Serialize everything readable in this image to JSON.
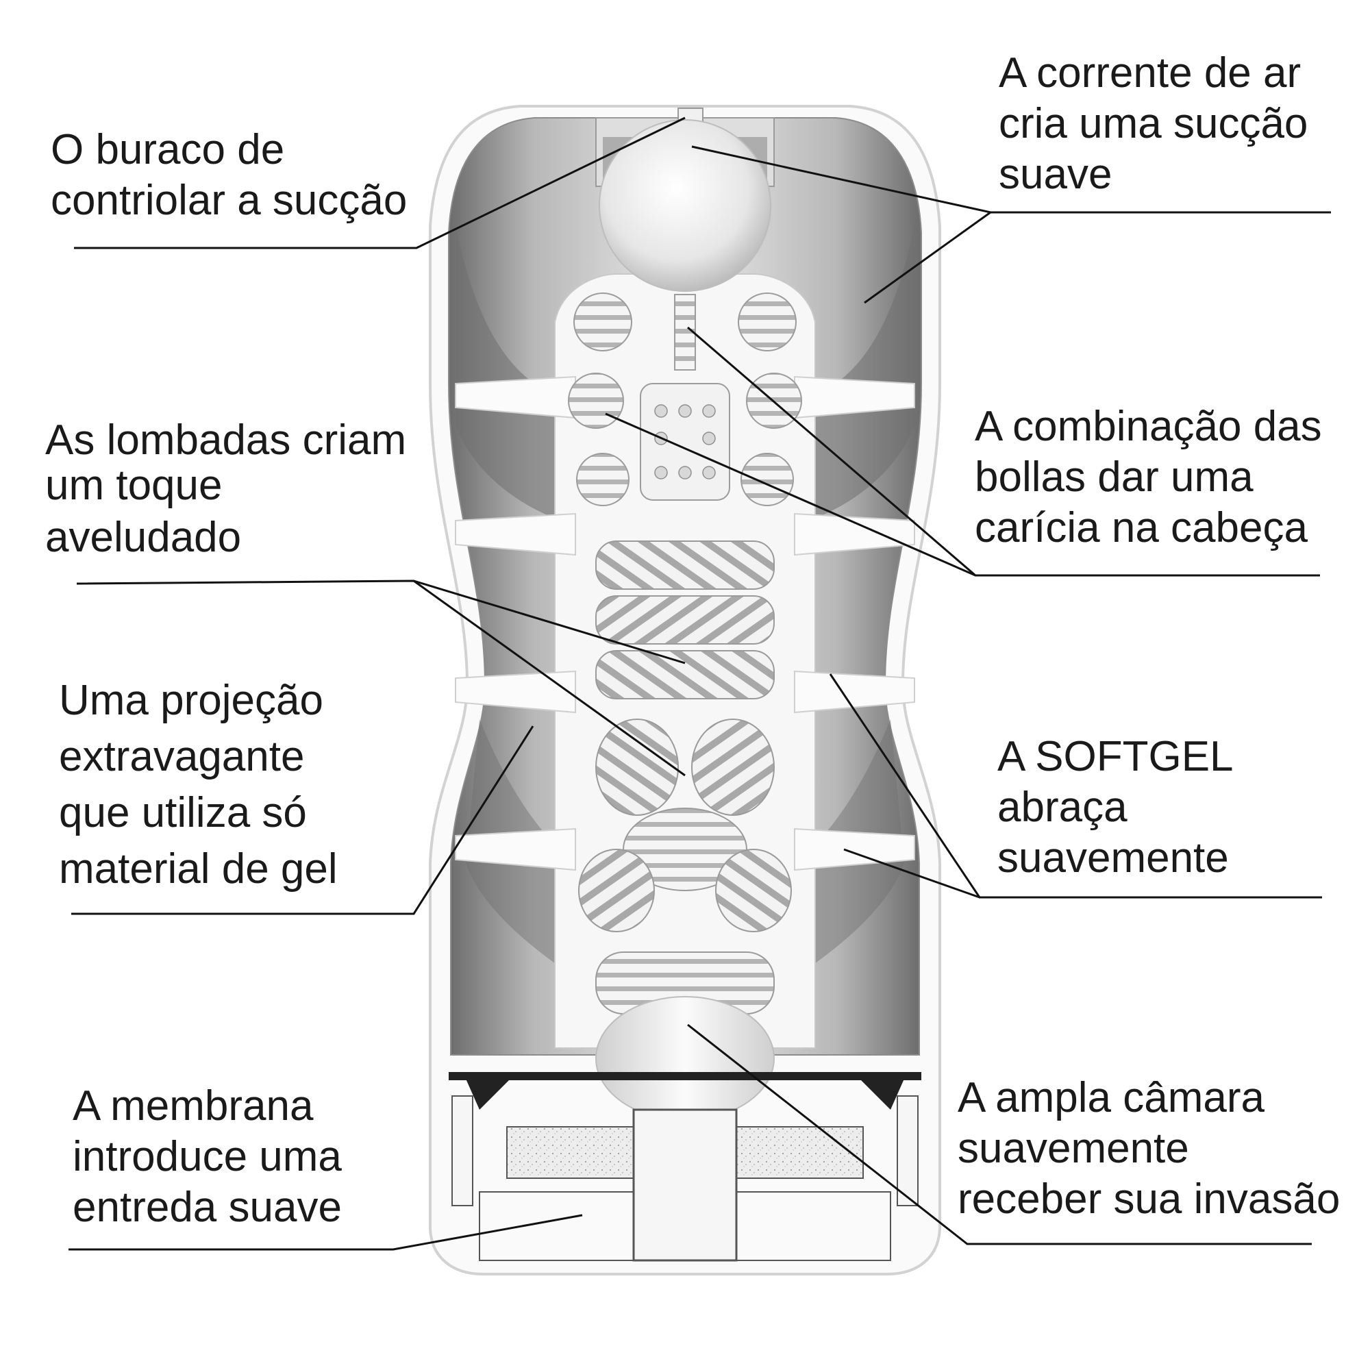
{
  "labels": {
    "suction_hole": {
      "lines": [
        "O buraco de",
        "contriolar a sucção"
      ]
    },
    "airflow": {
      "lines": [
        "A corrente de ar",
        "cria uma sucção",
        "suave"
      ]
    },
    "bumps": {
      "lines": [
        "As lombadas criam",
        "um toque",
        "aveludado"
      ]
    },
    "balls": {
      "lines": [
        "A combinação das",
        "bollas dar uma",
        "carícia na cabeça"
      ]
    },
    "projection": {
      "lines": [
        "Uma projeção",
        "extravagante",
        "que utiliza só",
        "material de gel"
      ]
    },
    "softgel": {
      "lines": [
        "A SOFTGEL",
        "abraça",
        "suavemente"
      ]
    },
    "membrane": {
      "lines": [
        "A membrana",
        "introduce uma",
        "entreda suave"
      ]
    },
    "chamber": {
      "lines": [
        "A ampla câmara",
        "suavemente",
        "receber sua invasão"
      ]
    }
  },
  "colors": {
    "text": "#1a1a1a",
    "leader": "#111111",
    "body_fill": "#f4f4f4",
    "shade_dark": "#6f6f6f",
    "shade_mid": "#a9a9a9",
    "shade_light": "#d6d6d6"
  }
}
